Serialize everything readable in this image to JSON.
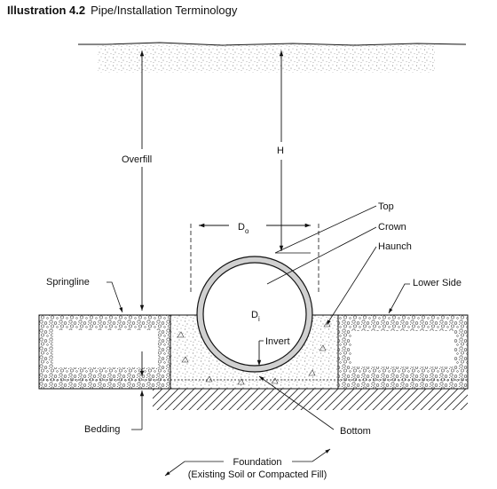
{
  "caption": {
    "number": "Illustration 4.2",
    "title": "Pipe/Installation Terminology"
  },
  "labels": {
    "overfill": "Overfill",
    "h": "H",
    "top": "Top",
    "crown": "Crown",
    "haunch": "Haunch",
    "springline": "Springline",
    "lower_side": "Lower Side",
    "do_base": "D",
    "do_sub": "o",
    "di_base": "D",
    "di_sub": "i",
    "invert": "Invert",
    "bedding": "Bedding",
    "bottom": "Bottom",
    "foundation": "Foundation",
    "foundation_note": "(Existing Soil or Compacted Fill)"
  }
}
